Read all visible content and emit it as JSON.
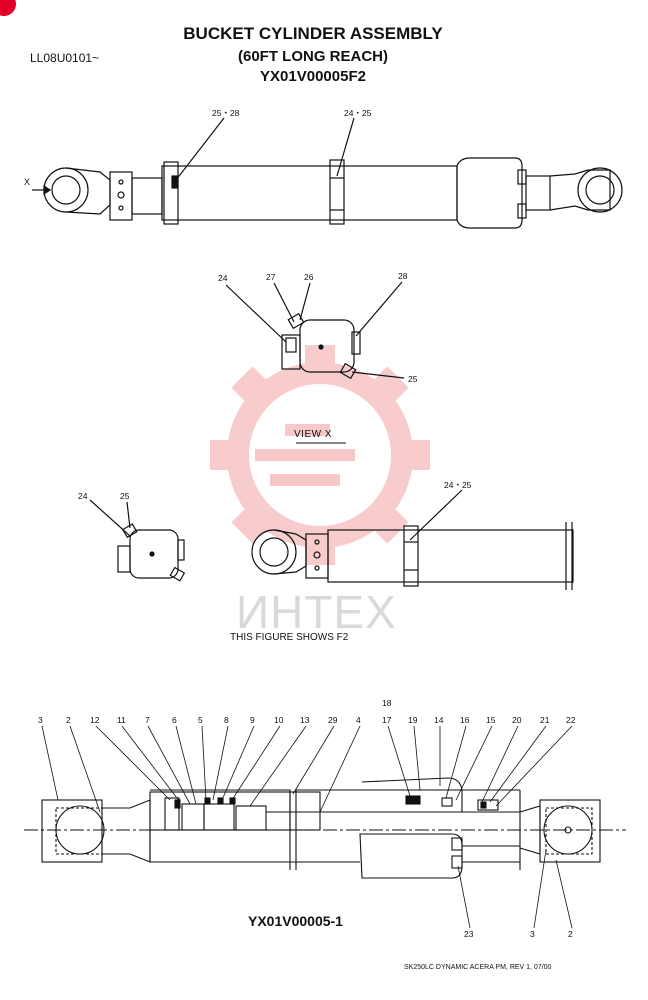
{
  "header": {
    "title": "BUCKET CYLINDER ASSEMBLY",
    "subtitle": "(60FT LONG REACH)",
    "part_number": "YX01V00005F2",
    "serial_code": "LL08U0101~"
  },
  "views": {
    "view_label": "VIEW X",
    "x_marker": "X",
    "figure_note": "THIS FIGURE SHOWS F2"
  },
  "section": {
    "title": "YX01V00005-1"
  },
  "footer": {
    "text": "SK250LC DYNAMIC ACERA PM, REV 1, 07/00"
  },
  "watermark": {
    "text": "ИНТЕХ",
    "color": "#f08080"
  },
  "callouts": {
    "top": [
      {
        "id": "c1",
        "text": "25・28"
      },
      {
        "id": "c2",
        "text": "24・25"
      }
    ],
    "viewx": [
      {
        "id": "c3",
        "text": "24"
      },
      {
        "id": "c4",
        "text": "27"
      },
      {
        "id": "c5",
        "text": "26"
      },
      {
        "id": "c6",
        "text": "28"
      },
      {
        "id": "c7",
        "text": "25"
      }
    ],
    "f2": [
      {
        "id": "c8",
        "text": "24"
      },
      {
        "id": "c9",
        "text": "25"
      },
      {
        "id": "c10",
        "text": "24・25"
      }
    ],
    "section": [
      {
        "id": "s3a",
        "text": "3"
      },
      {
        "id": "s2a",
        "text": "2"
      },
      {
        "id": "s12",
        "text": "12"
      },
      {
        "id": "s11",
        "text": "11"
      },
      {
        "id": "s7",
        "text": "7"
      },
      {
        "id": "s6",
        "text": "6"
      },
      {
        "id": "s5",
        "text": "5"
      },
      {
        "id": "s8",
        "text": "8"
      },
      {
        "id": "s9",
        "text": "9"
      },
      {
        "id": "s10",
        "text": "10"
      },
      {
        "id": "s13",
        "text": "13"
      },
      {
        "id": "s29",
        "text": "29"
      },
      {
        "id": "s4",
        "text": "4"
      },
      {
        "id": "s18",
        "text": "18"
      },
      {
        "id": "s17",
        "text": "17"
      },
      {
        "id": "s19",
        "text": "19"
      },
      {
        "id": "s14",
        "text": "14"
      },
      {
        "id": "s16",
        "text": "16"
      },
      {
        "id": "s15",
        "text": "15"
      },
      {
        "id": "s20",
        "text": "20"
      },
      {
        "id": "s21",
        "text": "21"
      },
      {
        "id": "s22",
        "text": "22"
      },
      {
        "id": "s23",
        "text": "23"
      },
      {
        "id": "s3b",
        "text": "3"
      },
      {
        "id": "s2b",
        "text": "2"
      }
    ]
  }
}
